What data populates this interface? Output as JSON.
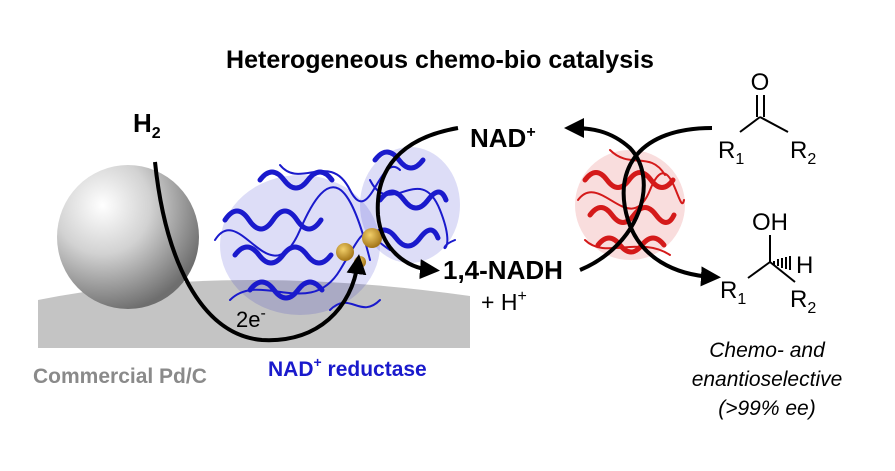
{
  "title": "Heterogeneous chemo-bio catalysis",
  "labels": {
    "h2": {
      "main": "H",
      "sub": "2"
    },
    "electrons": {
      "main": "2e",
      "sup": "-"
    },
    "nad_plus": {
      "main": "NAD",
      "sup": "+"
    },
    "nadh": "1,4-NADH",
    "h_plus": {
      "main": "+ H",
      "sup": "+"
    },
    "pd_c": "Commercial Pd/C",
    "nad_reductase": {
      "main": "NAD",
      "sup": "+",
      "rest": " reductase"
    }
  },
  "ketone": {
    "o": "O",
    "r1": {
      "main": "R",
      "sub": "1"
    },
    "r2": {
      "main": "R",
      "sub": "2"
    }
  },
  "alcohol": {
    "oh": "OH",
    "h": "H",
    "r1": {
      "main": "R",
      "sub": "1"
    },
    "r2": {
      "main": "R",
      "sub": "2"
    }
  },
  "caption": [
    "Chemo- and",
    "enantioselective",
    "(>99% ee)"
  ],
  "colors": {
    "support": "#c4c4c4",
    "enzyme_blue": "#1a1acc",
    "enzyme_red": "#d41a1a",
    "cofactor": "#b8860b"
  }
}
